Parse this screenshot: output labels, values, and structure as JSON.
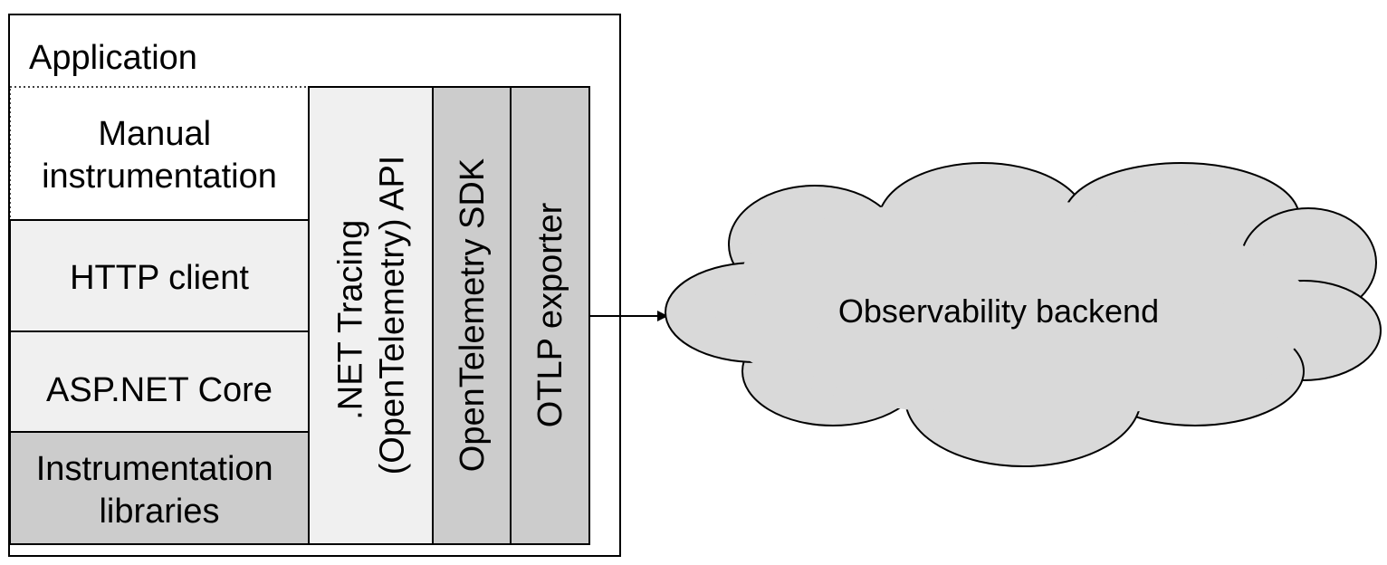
{
  "diagram": {
    "application": {
      "label": "Application"
    },
    "layers": {
      "manual": {
        "line1": "Manual",
        "line2": "instrumentation"
      },
      "http_client": {
        "label": "HTTP client"
      },
      "aspnet_core": {
        "label": "ASP.NET Core"
      },
      "instr_libs": {
        "line1": "Instrumentation",
        "line2": "libraries"
      }
    },
    "columns": {
      "api": {
        "line1": ".NET Tracing",
        "line2": "(OpenTelemetry) API"
      },
      "sdk": {
        "label": "OpenTelemetry SDK"
      },
      "exporter": {
        "label": "OTLP exporter"
      }
    },
    "backend": {
      "label": "Observability backend"
    }
  },
  "colors": {
    "light_fill": "#f0f0f0",
    "dark_fill": "#cccccc",
    "cloud_fill": "#d9d9d9",
    "stroke": "#000000"
  }
}
